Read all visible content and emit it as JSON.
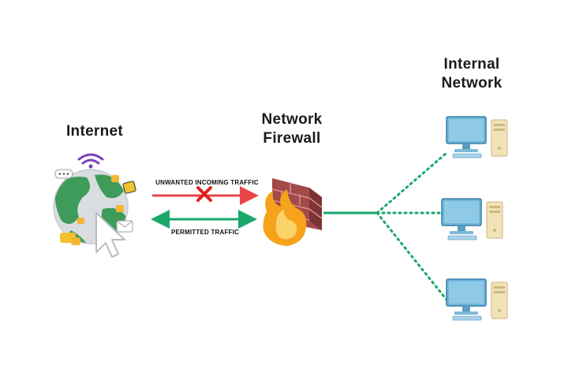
{
  "labels": {
    "internet": "Internet",
    "firewall_line1": "Network",
    "firewall_line2": "Firewall",
    "internal_line1": "Internal",
    "internal_line2": "Network",
    "unwanted": "UNWANTED INCOMING TRAFFIC",
    "permitted": "PERMITTED TRAFFIC"
  },
  "colors": {
    "blocked_arrow": "#e8454a",
    "permitted_arrow": "#1aa86b",
    "connection": "#1aa86b",
    "blocked_mark": "#e02020",
    "monitor": "#6fb4da",
    "globe_land": "#3f9b5a",
    "globe_sea": "#d9dde0",
    "brick": "#a34a4a",
    "flame": "#f7a21b"
  },
  "icons": {
    "internet": "globe-with-cursor-icon",
    "firewall": "brick-wall-flame-icon",
    "computer": "desktop-computer-icon",
    "blocked": "x-mark-icon",
    "wifi": "wifi-icon"
  }
}
